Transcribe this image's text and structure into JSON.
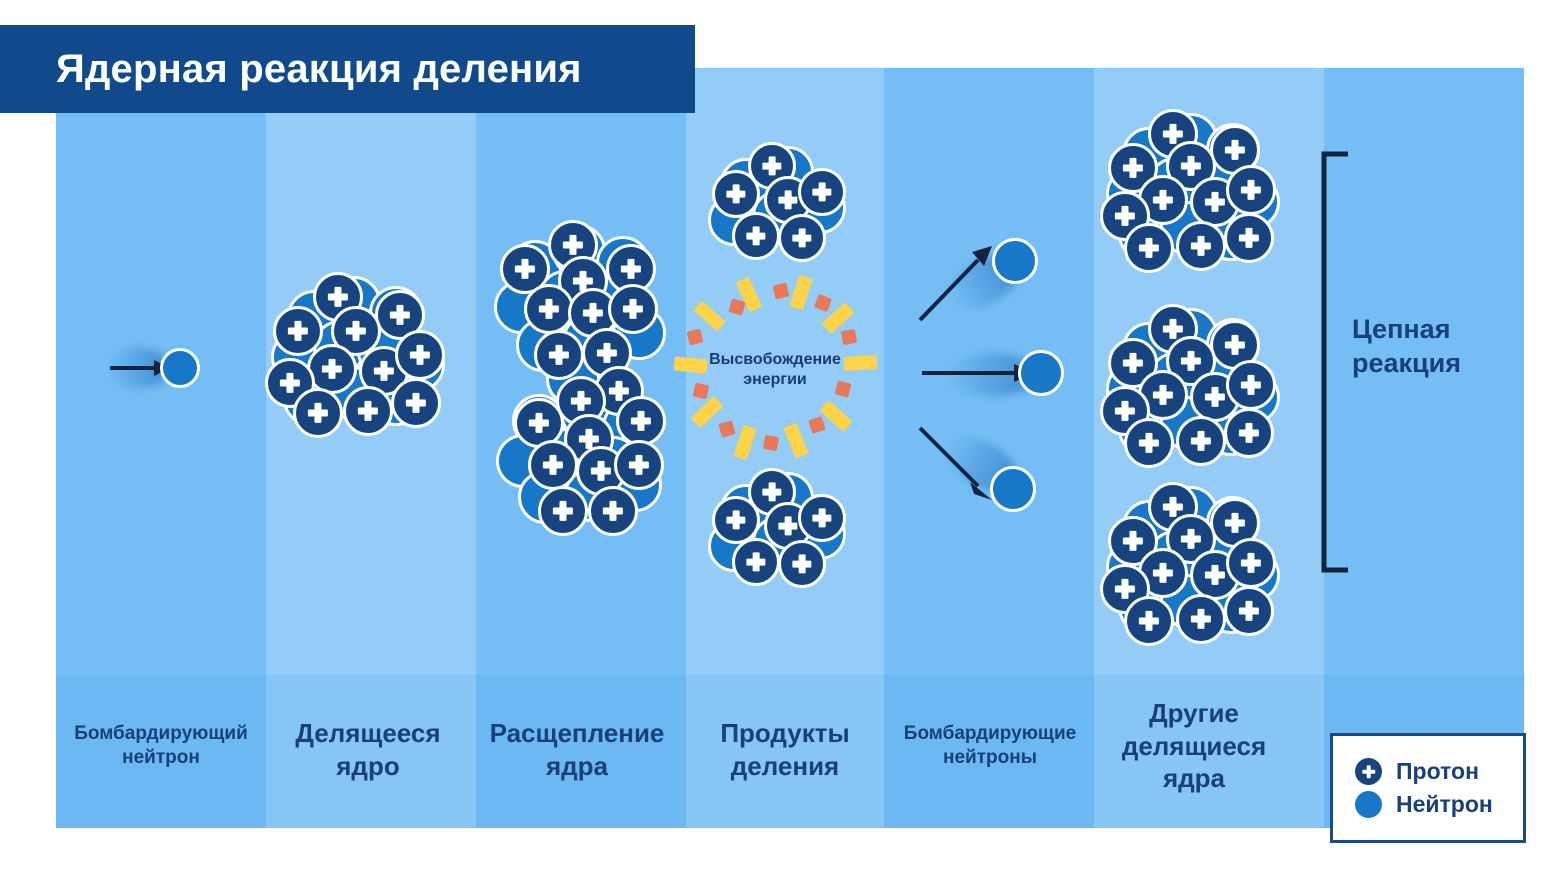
{
  "title": "Ядерная реакция деления",
  "colors": {
    "banner_bg": "#104a8c",
    "panel_bg": "#8ac8f5",
    "column_dark": "#74bef5",
    "column_light": "#92ccf7",
    "proton": "#17447e",
    "neutron": "#1878c8",
    "label_text": "#1b3f78",
    "energy_yellow": "#fcd34a",
    "energy_orange": "#e8785a",
    "legend_border": "#1b4a85",
    "arrow": "#14233f"
  },
  "stages": [
    {
      "id": "bombarding-neutron",
      "label": "Бомбардирующий\nнейтрон",
      "size": "small"
    },
    {
      "id": "fissile-nucleus",
      "label": "Делящееся\nядро",
      "size": "big"
    },
    {
      "id": "nucleus-splitting",
      "label": "Расщепление\nядра",
      "size": "big"
    },
    {
      "id": "fission-products",
      "label": "Продукты\nделения",
      "size": "big"
    },
    {
      "id": "bombarding-neutrons",
      "label": "Бомбардирующие\nнейтроны",
      "size": "small"
    },
    {
      "id": "other-fissile-nuclei",
      "label": "Другие\nделящиеся\nядра",
      "size": "big"
    }
  ],
  "energy": {
    "label": "Высвобождение\nэнергии"
  },
  "chain_reaction": {
    "label": "Цепная\nреакция"
  },
  "legend": {
    "items": [
      {
        "id": "proton",
        "label": "Протон",
        "icon": "proton-circle-plus-icon"
      },
      {
        "id": "neutron",
        "label": "Нейтрон",
        "icon": "neutron-circle-icon"
      }
    ]
  },
  "diagram_data": {
    "type": "process-diagram",
    "topic": "Nuclear fission chain reaction",
    "flow": [
      "Бомбардирующий нейтрон",
      "Делящееся ядро",
      "Расщепление ядра",
      "Продукты деления + Высвобождение энергии",
      "Бомбардирующие нейтроны",
      "Другие делящиеся ядра"
    ],
    "emitted_neutrons": 3,
    "resulting_nuclei": 3,
    "fission_product_fragments": 2
  }
}
